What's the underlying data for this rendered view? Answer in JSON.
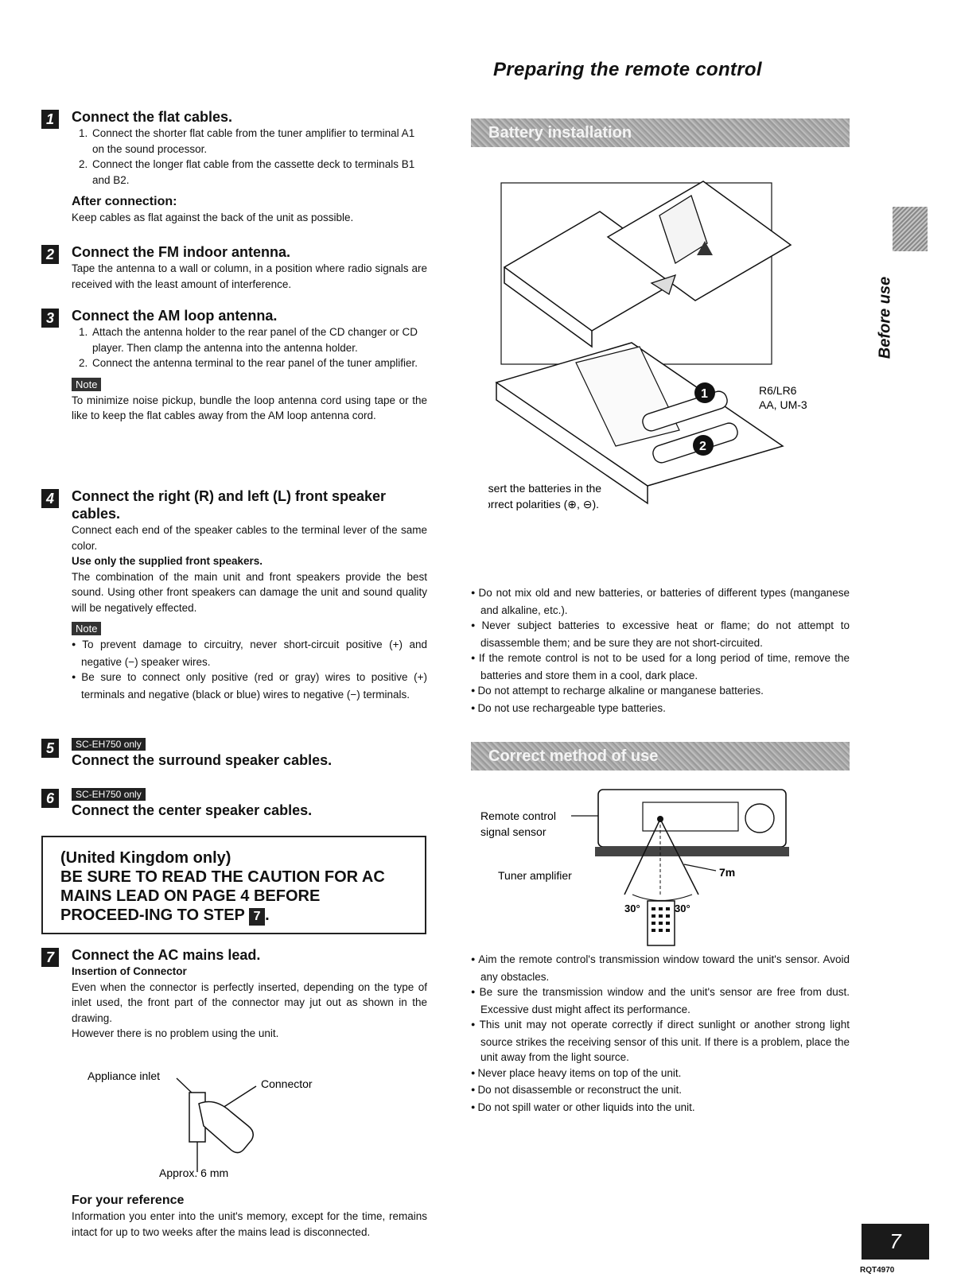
{
  "page_title": "Preparing the remote control",
  "left": {
    "step1": {
      "num": "1",
      "title": "Connect the flat cables.",
      "items": [
        "Connect the shorter flat cable from the tuner amplifier to terminal A1 on the sound processor.",
        "Connect the longer flat cable from the cassette deck to terminals B1 and B2."
      ],
      "after_head": "After connection:",
      "after_text": "Keep cables as flat against the back of the unit as possible."
    },
    "step2": {
      "num": "2",
      "title": "Connect the FM indoor antenna.",
      "text": "Tape the antenna to a wall or column, in a position where radio signals are received with the least amount of interference."
    },
    "step3": {
      "num": "3",
      "title": "Connect the AM loop antenna.",
      "items": [
        "Attach the antenna holder to the rear panel of the CD changer or CD player. Then clamp the antenna into the antenna holder.",
        "Connect the antenna terminal to the rear panel of the tuner amplifier."
      ],
      "note_label": "Note",
      "note_text": "To minimize noise pickup, bundle the loop antenna cord using tape or the like to keep the flat cables away from the AM loop antenna cord."
    },
    "step4": {
      "num": "4",
      "title": "Connect the right (R) and left (L) front speaker cables.",
      "text": "Connect each end of the speaker cables to the terminal lever of the same color.",
      "bold": "Use only the supplied front speakers.",
      "text2": "The combination of the main unit and front speakers provide the best sound. Using other front speakers can damage the unit and sound quality will be negatively effected.",
      "note_label": "Note",
      "notes": [
        "To prevent damage to circuitry, never short-circuit positive (+) and negative (−) speaker wires.",
        "Be sure to connect only positive (red or gray) wires to positive (+) terminals and negative (black or blue) wires to negative (−) terminals."
      ]
    },
    "step5": {
      "num": "5",
      "badge": "SC-EH750 only",
      "title": "Connect the surround speaker cables."
    },
    "step6": {
      "num": "6",
      "badge": "SC-EH750 only",
      "title": "Connect the center speaker cables."
    },
    "caution": {
      "line1": "(United Kingdom only)",
      "line2": "BE SURE TO READ THE CAUTION FOR AC MAINS LEAD ON PAGE 4 BEFORE PROCEED-ING TO STEP",
      "step_ref": "7"
    },
    "step7": {
      "num": "7",
      "title": "Connect the AC mains lead.",
      "bold": "Insertion of Connector",
      "text": "Even when the connector is perfectly inserted, depending on the type of inlet used, the front part of the connector may jut out as shown in the drawing.",
      "text2": "However there is no problem using the unit.",
      "fig": {
        "appliance_inlet": "Appliance inlet",
        "connector": "Connector",
        "approx": "Approx. 6 mm"
      }
    },
    "reference": {
      "head": "For your reference",
      "text": "Information you enter into the unit's memory, except for the time, remains intact for up to two weeks after the mains lead is disconnected."
    }
  },
  "right": {
    "battery": {
      "band": "Battery installation",
      "battery_type_1": "R6/LR6",
      "battery_type_2": "AA, UM-3",
      "step_marker_1": "1",
      "step_marker_2": "2",
      "insert_1": "Insert the batteries in the",
      "insert_2": "correct polarities (⊕, ⊖).",
      "bullets": [
        "Do not mix old and new batteries, or batteries of different types (manganese and alkaline, etc.).",
        "Never subject batteries to excessive heat or flame; do not attempt to disassemble them; and be sure they are not short-circuited.",
        "If the remote control is not to be used for a long period of time, remove the batteries and store them in a cool, dark place.",
        "Do not attempt to recharge alkaline or manganese batteries.",
        "Do not use rechargeable type batteries."
      ]
    },
    "correct": {
      "band": "Correct method of use",
      "sensor_1": "Remote control",
      "sensor_2": "signal sensor",
      "tuner": "Tuner amplifier",
      "distance": "7m",
      "angle_left": "30°",
      "angle_right": "30°",
      "bullets": [
        "Aim the remote control's transmission window toward the unit's sensor. Avoid any obstacles.",
        "Be sure the transmission window and the unit's sensor are free from dust. Excessive dust might affect its performance.",
        "This unit may not operate correctly if direct sunlight or another strong light source strikes the receiving sensor of this unit. If there is a problem, place the unit away from the light source.",
        "Never place heavy items on top of the unit.",
        "Do not disassemble or reconstruct the unit.",
        "Do not spill water or other liquids into the unit."
      ]
    }
  },
  "side_label": "Before use",
  "page_number": "7",
  "doc_code": "RQT4970"
}
